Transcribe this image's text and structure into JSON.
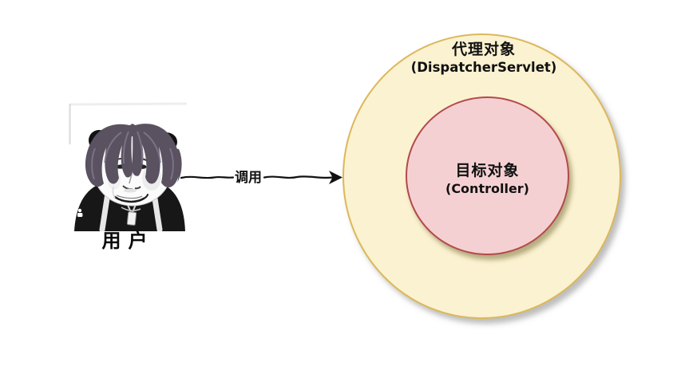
{
  "page": {
    "background_color": "#ffffff"
  },
  "diagram": {
    "user": {
      "label": "用户",
      "avatar": "panda-meme"
    },
    "arrow": {
      "label": "调用",
      "color": "#111111",
      "direction": "left-to-right"
    },
    "proxy": {
      "title": "代理对象",
      "subtitle": "(DispatcherServlet)",
      "fill": "#FBF2D1",
      "border_color": "#DCB85B"
    },
    "target": {
      "title": "目标对象",
      "subtitle": "(Controller)",
      "fill": "#F5D0D3",
      "border_color": "#B34A4A"
    }
  }
}
